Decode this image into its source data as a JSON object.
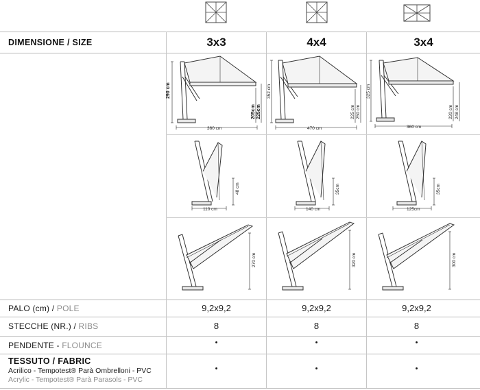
{
  "header": {
    "size_label": "DIMENSIONE / SIZE",
    "columns": [
      {
        "size": "3x3",
        "canopy_shape": "square-canopy-icon"
      },
      {
        "size": "4x4",
        "canopy_shape": "square-canopy-icon"
      },
      {
        "size": "3x4",
        "canopy_shape": "rectangular-canopy-icon"
      }
    ]
  },
  "diagrams": {
    "open": [
      {
        "height_total": "290 cm",
        "height_a": "205cm",
        "height_b": "225cm",
        "width": "360 cm"
      },
      {
        "height_total": "352 cm",
        "height_a": "225 cm",
        "height_b": "250 cm",
        "width": "470 cm"
      },
      {
        "height_total": "325 cm",
        "height_a": "220 cm",
        "height_b": "248 cm",
        "width": "360 cm"
      }
    ],
    "closed": [
      {
        "height": "48 cm",
        "width": "110 cm"
      },
      {
        "height": "35cm",
        "width": "140 cm"
      },
      {
        "height": "35cm",
        "width": "125cm"
      }
    ],
    "tilted": [
      {
        "height": "270 cm"
      },
      {
        "height": "320 cm"
      },
      {
        "height": "300 cm"
      }
    ]
  },
  "rows": {
    "pole": {
      "it": "PALO (cm)",
      "sep": " / ",
      "en": "POLE",
      "values": [
        "9,2x9,2",
        "9,2x9,2",
        "9,2x9,2"
      ]
    },
    "ribs": {
      "it": "STECCHE (NR.)",
      "sep": " / ",
      "en": "RIBS",
      "values": [
        "8",
        "8",
        "8"
      ]
    },
    "flounce": {
      "it": "PENDENTE",
      "sep": " - ",
      "en": "FLOUNCE",
      "values": [
        "•",
        "•",
        "•"
      ]
    },
    "fabric": {
      "title": "TESSUTO / FABRIC",
      "it": "Acrilico - Tempotest® Parà Ombrelloni - PVC",
      "en": "Acrylic - Tempotest® Parà Parasols - PVC",
      "values": [
        "•",
        "•",
        "•"
      ]
    }
  }
}
